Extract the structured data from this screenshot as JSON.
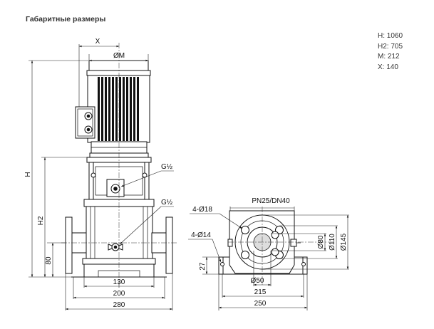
{
  "header": {
    "title": "Габаритные размеры"
  },
  "dimensions": {
    "h": "H: 1060",
    "h2": "H2: 705",
    "m": "M: 212",
    "x": "X: 140"
  },
  "labels": {
    "x": "X",
    "om": "ØM",
    "h": "H",
    "h2": "H2",
    "d80_left": "80",
    "g_top": "G½",
    "g_bottom": "G½",
    "d130": "130",
    "d200": "200",
    "d280": "280",
    "pn": "PN25/DN40",
    "holes18": "4-Ø18",
    "holes14": "4-Ø14",
    "d27": "27",
    "d50": "Ø50",
    "d215": "215",
    "d250": "250",
    "d80_right": "Ø80",
    "d110": "Ø110",
    "d145": "Ø145"
  }
}
